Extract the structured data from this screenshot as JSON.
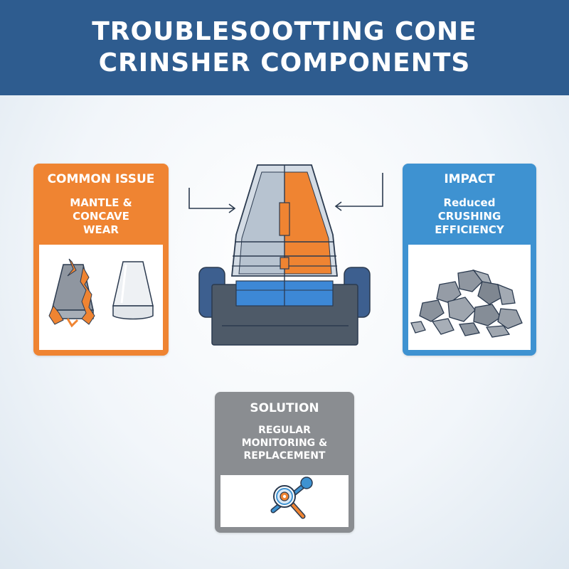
{
  "header": {
    "title": "TROUBLESOOTTING CONE CRINSHER COMPONENTS"
  },
  "issue": {
    "title": "COMMON ISSUE",
    "text": "MANTLE & CONCAVE WEAR"
  },
  "impact": {
    "title": "IMPACT",
    "text": "Reduced CRUSHING EFFICIENCY"
  },
  "solution": {
    "title": "SOLUTION",
    "text": "REGULAR MONITORING & REPLACEMENT"
  },
  "colors": {
    "header": "#2e5c8f",
    "issue": "#ef8432",
    "impact": "#3e92d1",
    "solution": "#8a8d91",
    "outline": "#2b3a4f",
    "base": "#4e5a68"
  }
}
